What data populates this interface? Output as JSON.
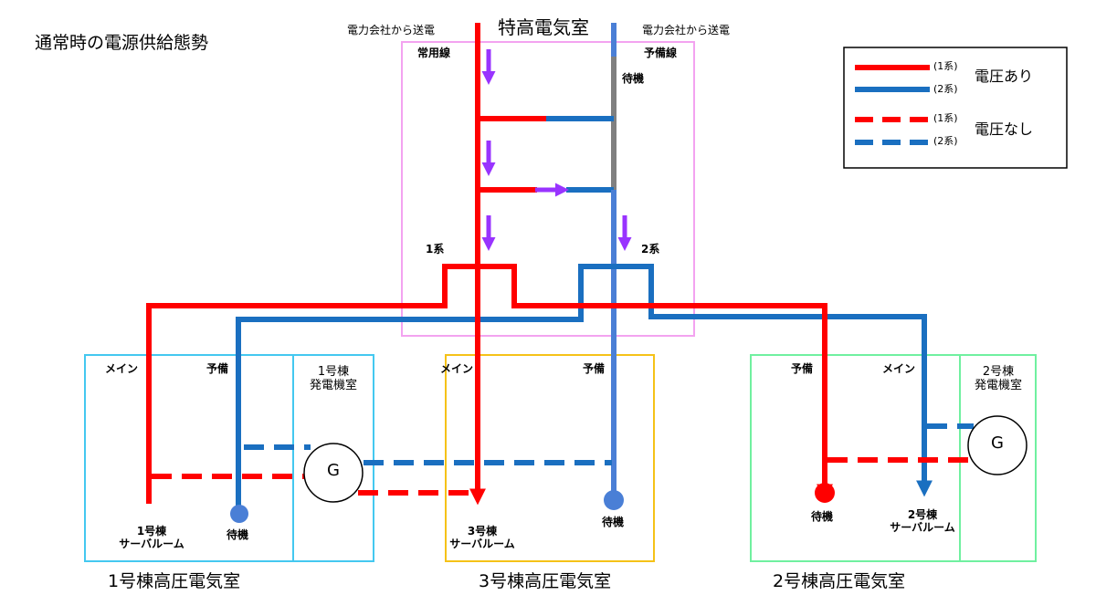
{
  "title": "通常時の電源供給態勢",
  "substation": {
    "name": "特高電気室",
    "feed_left": "電力会社から送電",
    "feed_right": "電力会社から送電",
    "line_regular": "常用線",
    "line_standby": "予備線",
    "standby": "待機",
    "system1": "1系",
    "system2": "2系"
  },
  "legend": {
    "line1": "(1系)",
    "line2": "(2系)",
    "voltage_on": "電圧あり",
    "dash1": "(1系)",
    "dash2": "(2系)",
    "voltage_off": "電圧なし"
  },
  "building1": {
    "caption": "1号棟高圧電気室",
    "main": "メイン",
    "spare": "予備",
    "gen_room": "1号棟\n発電機室",
    "gen": "G",
    "server": "1号棟\nサーバルーム",
    "standby": "待機"
  },
  "building3": {
    "caption": "3号棟高圧電気室",
    "main": "メイン",
    "spare": "予備",
    "server": "3号棟\nサーバルーム",
    "standby": "待機"
  },
  "building2": {
    "caption": "2号棟高圧電気室",
    "main": "メイン",
    "spare": "予備",
    "gen_room": "2号棟\n発電機室",
    "gen": "G",
    "server": "2号棟\nサーバルーム",
    "standby": "待機"
  },
  "colors": {
    "system1": "#ff0000",
    "system2": "#1a6fc0",
    "standby_line": "#808080",
    "arrow": "#9933ff",
    "substation_border": "#f3a3f0",
    "building1_border": "#44c8f0",
    "building3_border": "#f5c218",
    "building2_border": "#70f0a0"
  }
}
